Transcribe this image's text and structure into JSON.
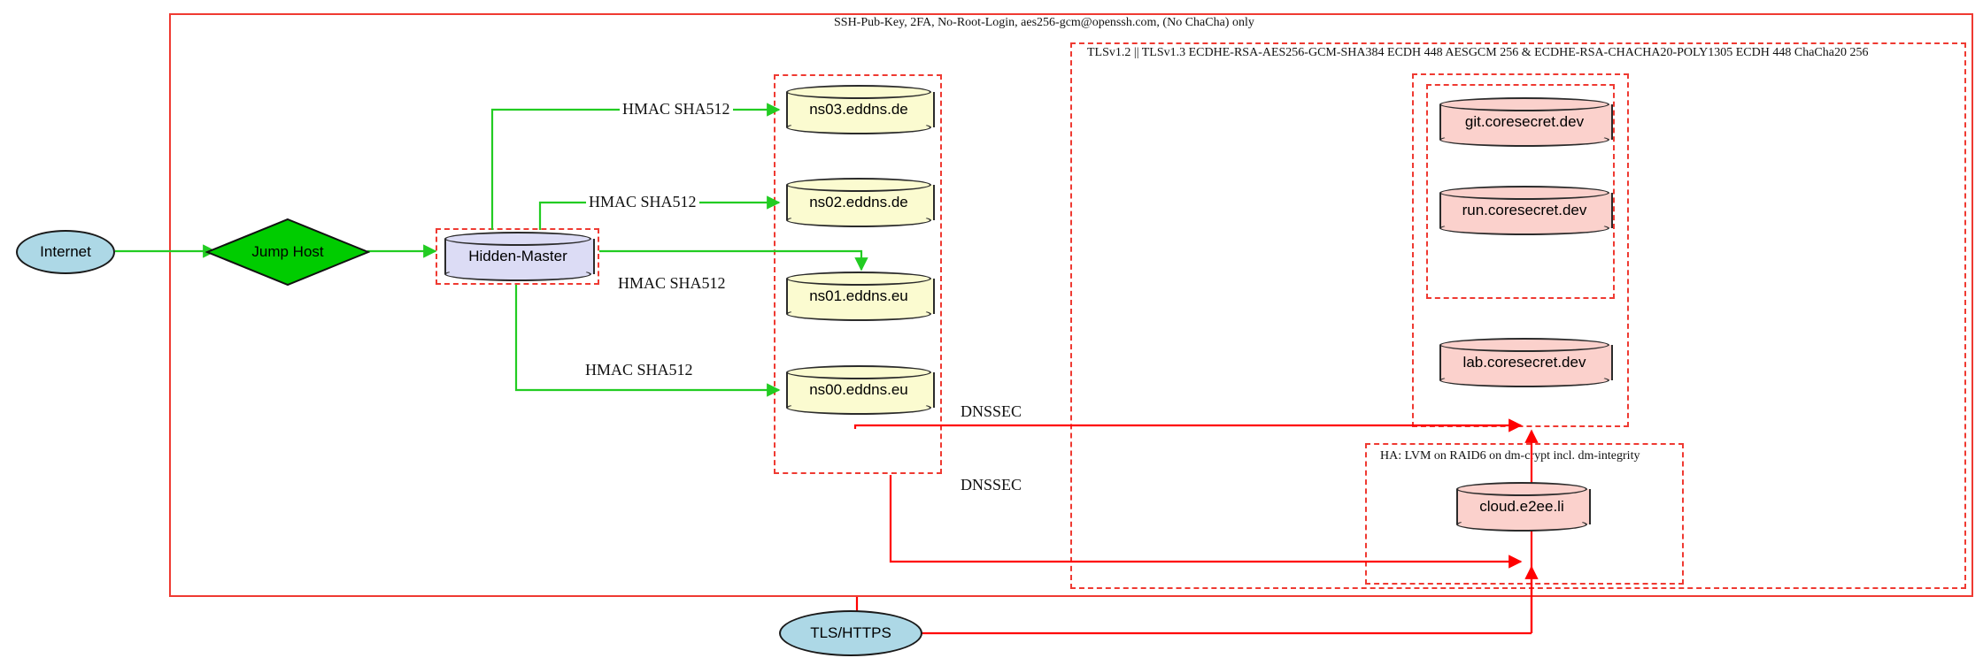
{
  "diagram": {
    "title_label": "SSH-Pub-Key, 2FA, No-Root-Login, aes256-gcm@openssh.com, (No ChaCha) only",
    "colors": {
      "cluster_border": "#ef3a32",
      "green_edge": "#22cc22",
      "red_edge": "#ff0000",
      "ellipse_fill": "#add8e6",
      "diamond_fill": "#00cc00",
      "dns_fill": "#fbfbd0",
      "master_fill": "#dcdcf5",
      "service_fill": "#fbd1cc"
    }
  },
  "clusters": {
    "outer_ssh": {
      "label": "SSH-Pub-Key, 2FA, No-Root-Login, aes256-gcm@openssh.com, (No ChaCha) only"
    },
    "tls": {
      "label": "TLSv1.2 || TLSv1.3 ECDHE-RSA-AES256-GCM-SHA384 ECDH 448 AESGCM 256 & ECDHE-RSA-CHACHA20-POLY1305 ECDH 448 ChaCha20 256"
    },
    "ha": {
      "label": "HA: LVM on RAID6 on dm-crypt incl. dm-integrity"
    },
    "dns_zone": {
      "label": ""
    },
    "master_box": {
      "label": ""
    },
    "coresecret_outer": {
      "label": ""
    },
    "coresecret_inner": {
      "label": ""
    }
  },
  "nodes": {
    "internet": {
      "label": "Internet",
      "shape": "ellipse"
    },
    "jump_host": {
      "label": "Jump Host",
      "shape": "diamond"
    },
    "hidden_master": {
      "label": "Hidden-Master",
      "shape": "cylinder"
    },
    "ns03": {
      "label": "ns03.eddns.de",
      "shape": "cylinder"
    },
    "ns02": {
      "label": "ns02.eddns.de",
      "shape": "cylinder"
    },
    "ns01": {
      "label": "ns01.eddns.eu",
      "shape": "cylinder"
    },
    "ns00": {
      "label": "ns00.eddns.eu",
      "shape": "cylinder"
    },
    "git": {
      "label": "git.coresecret.dev",
      "shape": "cylinder"
    },
    "run": {
      "label": "run.coresecret.dev",
      "shape": "cylinder"
    },
    "lab": {
      "label": "lab.coresecret.dev",
      "shape": "cylinder"
    },
    "cloud": {
      "label": "cloud.e2ee.li",
      "shape": "cylinder"
    },
    "tls_https": {
      "label": "TLS/HTTPS",
      "shape": "ellipse"
    }
  },
  "edge_labels": {
    "hmac_ns03": "HMAC SHA512",
    "hmac_ns02": "HMAC SHA512",
    "hmac_ns01": "HMAC SHA512",
    "hmac_ns00": "HMAC SHA512",
    "dnssec_upper": "DNSSEC",
    "dnssec_lower": "DNSSEC"
  }
}
